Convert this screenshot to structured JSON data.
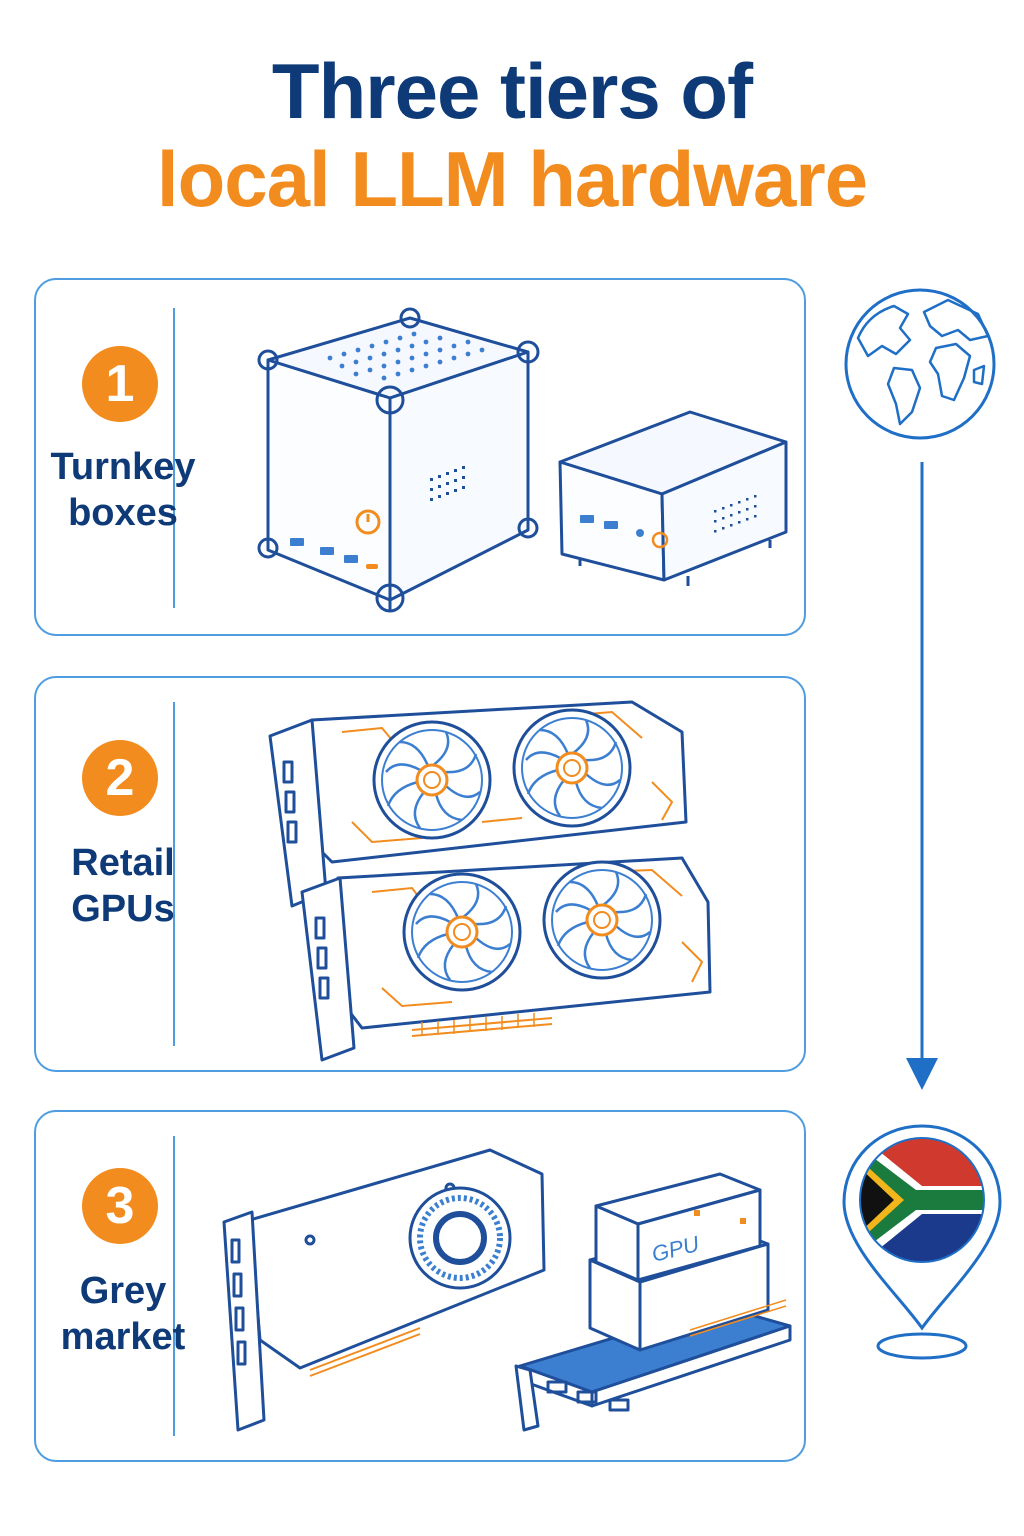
{
  "title": {
    "line1": "Three tiers of",
    "line2": "local LLM hardware"
  },
  "tiers": [
    {
      "number": "1",
      "label_line1": "Turnkey",
      "label_line2": "boxes",
      "icon": "mini-pc-icon"
    },
    {
      "number": "2",
      "label_line1": "Retail",
      "label_line2": "GPUs",
      "icon": "gpu-cards-icon"
    },
    {
      "number": "3",
      "label_line1": "Grey",
      "label_line2": "market",
      "icon": "datacenter-gpu-icon"
    }
  ],
  "illustration_text": {
    "gpu_module": "GPU"
  },
  "side": {
    "top_icon": "globe-icon",
    "arrow_icon": "arrow-down-icon",
    "bottom_icon": "south-africa-location-pin-icon"
  },
  "colors": {
    "navy": "#0f3a78",
    "orange": "#f28c1f",
    "blue": "#1f6fc6",
    "light_blue": "#4f9ce0"
  }
}
